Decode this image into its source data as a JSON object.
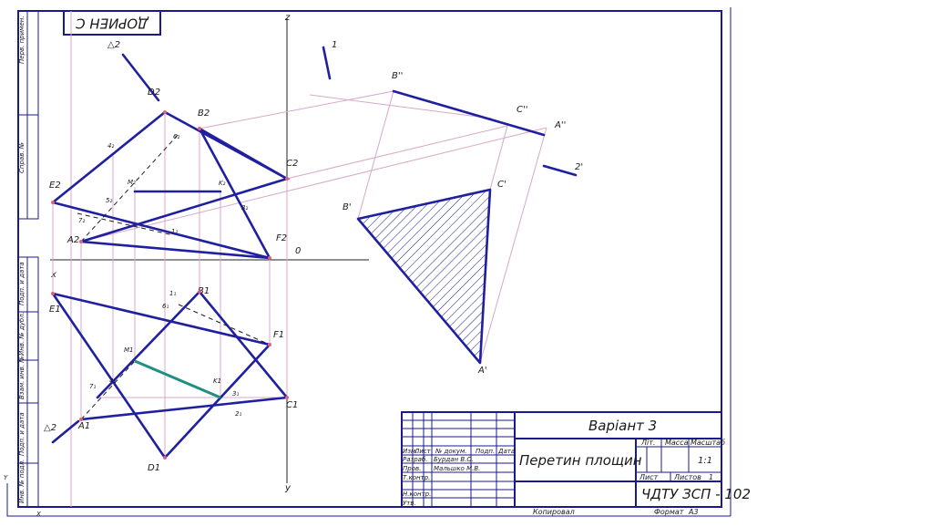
{
  "stamp": {
    "code_rotated": "ДОРИЕН С"
  },
  "side_strip": {
    "top_labels": [
      "Перв. примен.",
      "Справ. №"
    ],
    "bottom_labels": [
      "Подп. и дата",
      "Инв. № дубл.",
      "Взам. инв. №",
      "Подп. и дата",
      "Инв. № подл."
    ]
  },
  "views": {
    "frontal": [
      "D2",
      "B2",
      "C2",
      "E2",
      "F2",
      "A2"
    ],
    "horizontal": [
      "B1",
      "E1",
      "F1",
      "C1",
      "A1",
      "D1"
    ],
    "frontal_subs": [
      "4₂",
      "6₂",
      "M₂",
      "K₂",
      "5₂",
      "3₂",
      "7₂",
      "1₂"
    ],
    "horizontal_subs": [
      "1₁",
      "6₁",
      "M1",
      "K1",
      "4₁",
      "7₁",
      "3₁",
      "2₁"
    ],
    "axes": {
      "z": "z",
      "y": "y",
      "x": "x",
      "o": "0"
    },
    "planes": {
      "delta_top": "△2",
      "delta_bottom": "△2",
      "plane_1": "1"
    }
  },
  "projection": {
    "labels": {
      "b2": "B''",
      "c2": "C''",
      "a2": "A''",
      "b1": "B'",
      "c1": "C'",
      "a1": "A'",
      "plane_2": "2'"
    }
  },
  "title_block": {
    "variant": "Варіант 3",
    "title": "Перетин площин",
    "code": "ЧДТУ ЗСП - 102",
    "lit_label": "Літ.",
    "mass_label": "Масса",
    "scale_label": "Масштаб",
    "scale_value": "1:1",
    "sheet_label": "Лист",
    "sheets_label": "Листов",
    "sheets_value": "1",
    "header_cols": [
      "Изм.",
      "Лист",
      "№ докум.",
      "Подп.",
      "Дата"
    ],
    "rows": [
      "Разраб.",
      "Пров.",
      "Т.контр.",
      "Н.контр.",
      "Утв."
    ],
    "names": [
      "Бурдан В.О.",
      "Мальшко М.В."
    ],
    "copied": "Копировал",
    "format_label": "Формат",
    "format_value": "А3"
  },
  "corner_marks": {
    "y": "Y",
    "x": "X"
  }
}
